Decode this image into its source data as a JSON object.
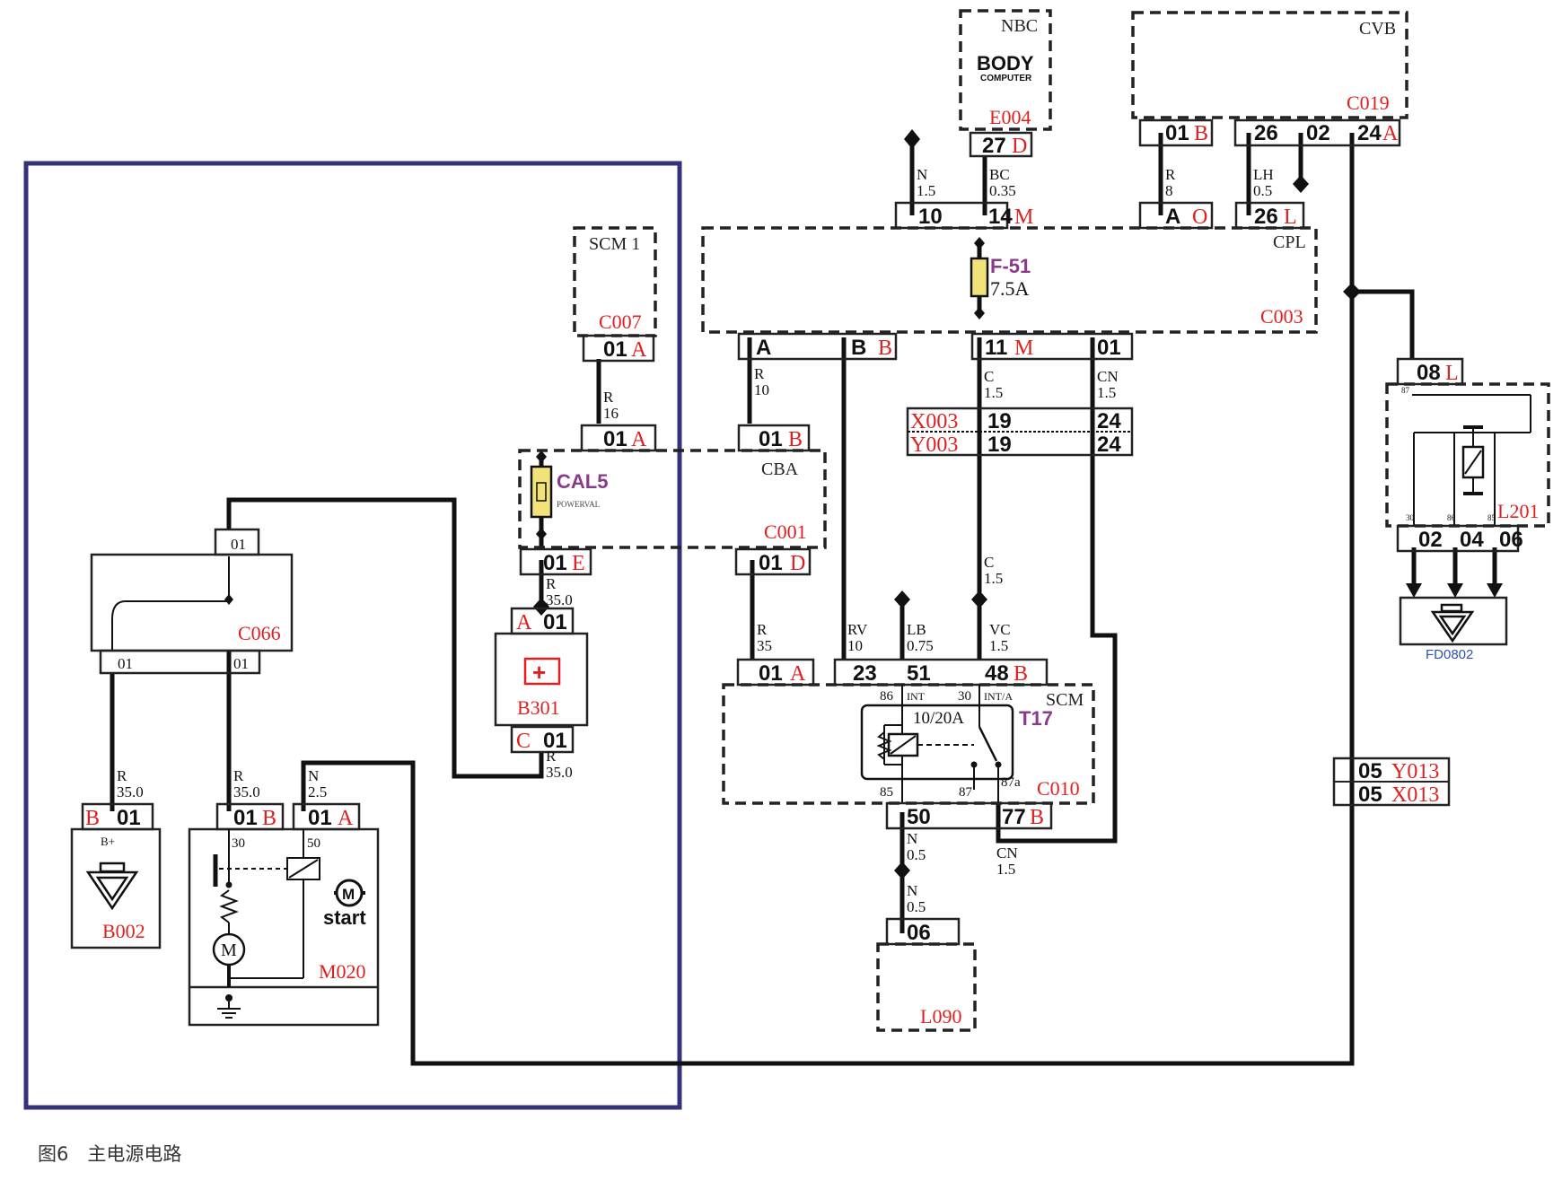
{
  "caption": "图6　主电源电路",
  "components": {
    "nbc": {
      "name": "NBC",
      "title": "BODY",
      "subtitle": "COMPUTER",
      "ref": "E004"
    },
    "cvb": {
      "name": "CVB",
      "ref": "C019"
    },
    "cpl": {
      "name": "CPL",
      "ref": "C003"
    },
    "scm1": {
      "name": "SCM 1",
      "ref": "C007"
    },
    "cba": {
      "name": "CBA",
      "ref": "C001"
    },
    "c066": {
      "ref": "C066"
    },
    "b301": {
      "ref": "B301"
    },
    "b002": {
      "ref": "B002",
      "term": "B+"
    },
    "m020": {
      "ref": "M020",
      "start": "start",
      "motor": "M"
    },
    "scm": {
      "name": "SCM",
      "ref": "C010",
      "relay": "T17",
      "rating": "10/20A"
    },
    "l201": {
      "ref": "L201"
    },
    "fd0802": {
      "ref": "FD0802"
    },
    "l090": {
      "ref": "L090"
    }
  },
  "fuses": {
    "f51": {
      "name": "F-51",
      "rating": "7.5A"
    },
    "cal5": {
      "name": "CAL5",
      "sub": "POWERVAL"
    }
  },
  "pins": {
    "nbc_27": "27",
    "nbc_27c": "D",
    "cvb_01": "01",
    "cvb_01c": "B",
    "cvb_26": "26",
    "cvb_02": "02",
    "cvb_24": "24",
    "cvb_24c": "A",
    "cpl_10": "10",
    "cpl_14": "14",
    "cpl_14c": "M",
    "cpl_a": "A",
    "cpl_ac": "O",
    "cpl_26": "26",
    "cpl_26c": "L",
    "cpl_ba": "A",
    "cpl_bb": "B",
    "cpl_bbc": "B",
    "cpl_11": "11",
    "cpl_11c": "M",
    "cpl_01": "01",
    "scm1_01": "01",
    "scm1_01c": "A",
    "cba_01a": "01",
    "cba_01ac": "A",
    "cba_01b": "01",
    "cba_01bc": "B",
    "cba_01e": "01",
    "cba_01ec": "E",
    "cba_01d": "01",
    "cba_01dc": "D",
    "x003": "X003",
    "x003_19": "19",
    "x003_24": "24",
    "y003": "Y003",
    "y003_19": "19",
    "y003_24": "24",
    "b301_a": "A",
    "b301_a01": "01",
    "b301_c": "C",
    "b301_c01": "01",
    "c066_top": "01",
    "c066_bl": "01",
    "c066_br": "01",
    "b002_b": "B",
    "b002_01": "01",
    "m020_01": "01",
    "m020_01c": "B",
    "m020_01a": "01",
    "m020_01ac": "A",
    "m020_30": "30",
    "m020_50": "50",
    "scm_01": "01",
    "scm_01c": "A",
    "scm_23": "23",
    "scm_51": "51",
    "scm_48": "48",
    "scm_48c": "B",
    "scm_86": "86",
    "scm_int": "INT",
    "scm_30": "30",
    "scm_inta": "INT/A",
    "scm_85": "85",
    "scm_87": "87",
    "scm_87a": "87a",
    "scm_50": "50",
    "scm_77": "77",
    "scm_77c": "B",
    "l201_08": "08",
    "l201_08c": "L",
    "l201_02": "02",
    "l201_04": "04",
    "l201_06": "06",
    "l201_87": "87",
    "l201_30": "30",
    "l201_86": "86",
    "l201_85": "85",
    "l090_06": "06",
    "y013": "Y013",
    "y013_05": "05",
    "x013": "X013",
    "x013_05": "05"
  },
  "wires": {
    "w_n15_c": "N",
    "w_n15_s": "1.5",
    "w_bc_c": "BC",
    "w_bc_s": "0.35",
    "w_r8_c": "R",
    "w_r8_s": "8",
    "w_lh_c": "LH",
    "w_lh_s": "0.5",
    "w_r10_c": "R",
    "w_r10_s": "10",
    "w_c15a_c": "C",
    "w_c15a_s": "1.5",
    "w_cn15a_c": "CN",
    "w_cn15a_s": "1.5",
    "w_r16_c": "R",
    "w_r16_s": "16",
    "w_r350a_c": "R",
    "w_r350a_s": "35.0",
    "w_r350b_c": "R",
    "w_r350b_s": "35.0",
    "w_c15b_c": "C",
    "w_c15b_s": "1.5",
    "w_r35_c": "R",
    "w_r35_s": "35",
    "w_rv_c": "RV",
    "w_rv_s": "10",
    "w_lb_c": "LB",
    "w_lb_s": "0.75",
    "w_vc_c": "VC",
    "w_vc_s": "1.5",
    "w_r350c_c": "R",
    "w_r350c_s": "35.0",
    "w_r350d_c": "R",
    "w_r350d_s": "35.0",
    "w_n25_c": "N",
    "w_n25_s": "2.5",
    "w_n05a_c": "N",
    "w_n05a_s": "0.5",
    "w_n05b_c": "N",
    "w_n05b_s": "0.5",
    "w_cn15b_c": "CN",
    "w_cn15b_s": "1.5"
  },
  "colors": {
    "frame": "#34337a",
    "label": "#e02020",
    "fuse": "#f2e27a",
    "purple": "#8a3a8a"
  }
}
